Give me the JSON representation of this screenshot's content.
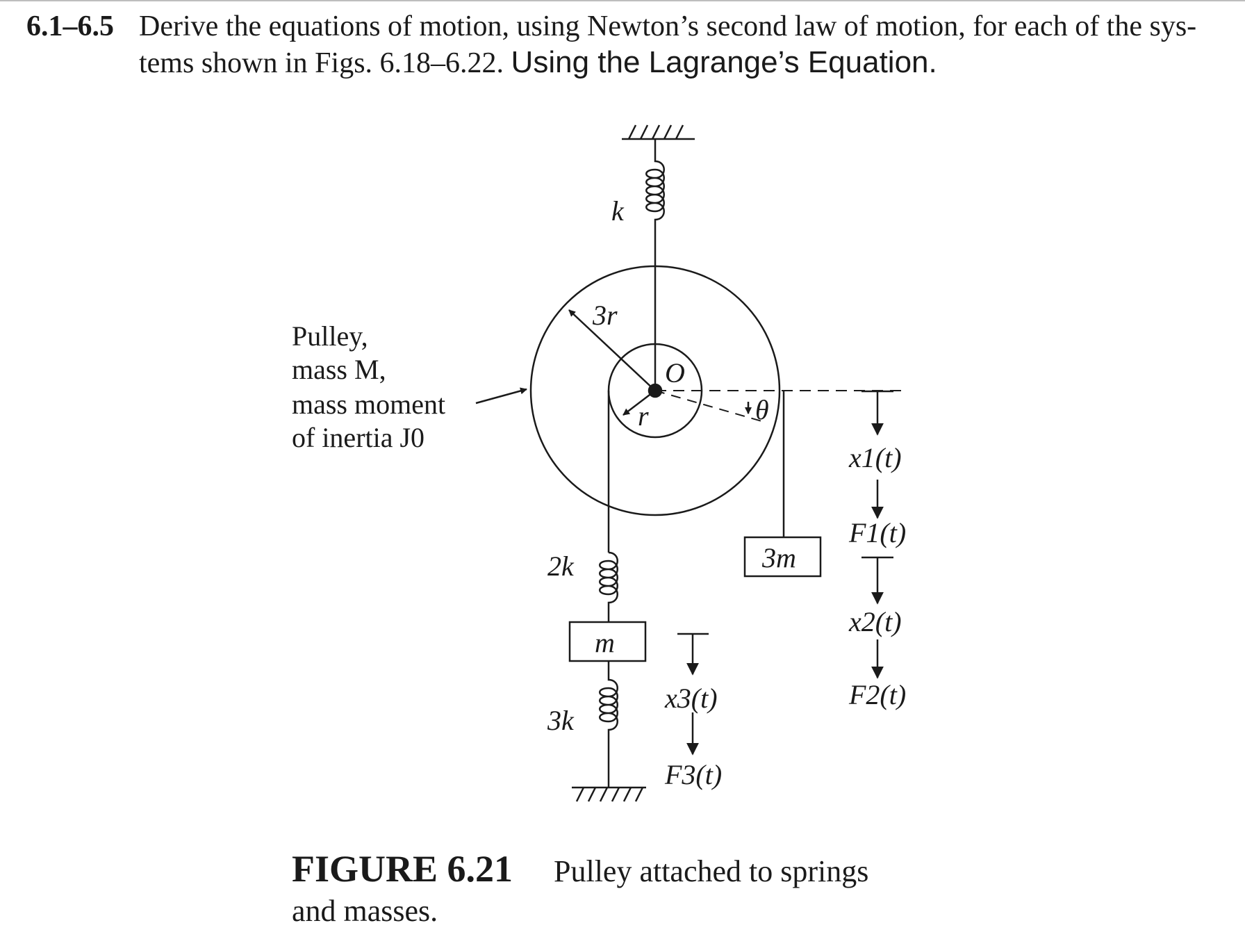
{
  "problem": {
    "number": "6.1–6.5",
    "text_line1": "Derive the equations of motion, using Newton’s second law of motion, for each of the sys-",
    "text_line2": "tems shown in Figs. 6.18–6.22.",
    "highlight": "Using the Lagrange’s Equation."
  },
  "figure": {
    "pulley_label": [
      "Pulley,",
      "mass M,",
      "mass moment",
      "of inertia J0"
    ],
    "k_top": "k",
    "outer_radius": "3r",
    "inner_radius": "r",
    "center": "O",
    "angle": "θ",
    "k_left": "2k",
    "k_bottom": "3k",
    "mass_left": "m",
    "mass_right": "3m",
    "x1": "x1(t)",
    "F1": "F1(t)",
    "x2": "x2(t)",
    "F2": "F2(t)",
    "x3": "x3(t)",
    "F3": "F3(t)"
  },
  "caption": {
    "label": "FIGURE 6.21",
    "text_line1": "Pulley attached to springs",
    "text_line2": "and masses."
  }
}
